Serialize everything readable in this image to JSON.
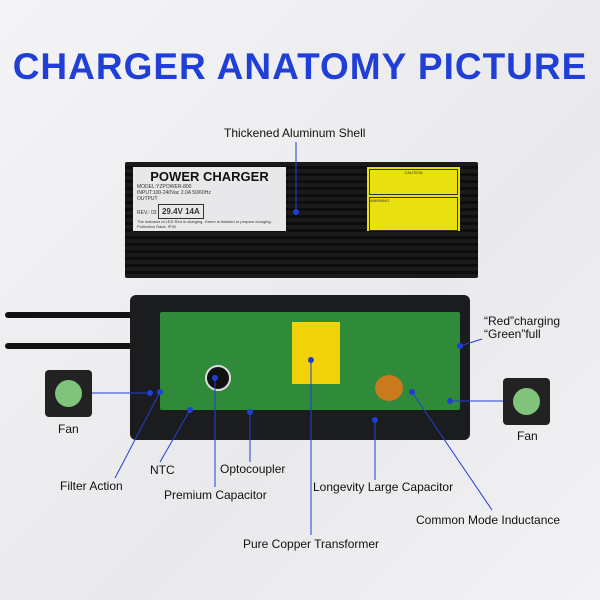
{
  "title": "CHARGER ANATOMY PICTURE",
  "product_label": {
    "heading": "POWER CHARGER",
    "model": "MODEL:YZPOWER-800",
    "input": "INPUT:100-240Vac 2.0A 50/60Hz",
    "output_label": "OUTPUT",
    "rev": "REV.: 03",
    "rating": "29.4V 14A",
    "led_note": "The indicator of LED Red is charging. Green is finished or prepare charging.",
    "protection": "Protection Rank: IP30"
  },
  "warning_label": {
    "caution": "CAUTION",
    "warning": "WARNING"
  },
  "callouts": {
    "shell": "Thickened Aluminum Shell",
    "led_red": "“Red”charging",
    "led_green": "“Green”full",
    "fan_left": "Fan",
    "fan_right": "Fan",
    "filter": "Filter Action",
    "ntc": "NTC",
    "optocoupler": "Optocoupler",
    "premium_cap": "Premium Capacitor",
    "large_cap": "Longevity Large Capacitor",
    "inductance": "Common Mode Inductance",
    "transformer": "Pure Copper Transformer"
  },
  "colors": {
    "title": "#1f3fd6",
    "leader": "#1f3fd6"
  }
}
